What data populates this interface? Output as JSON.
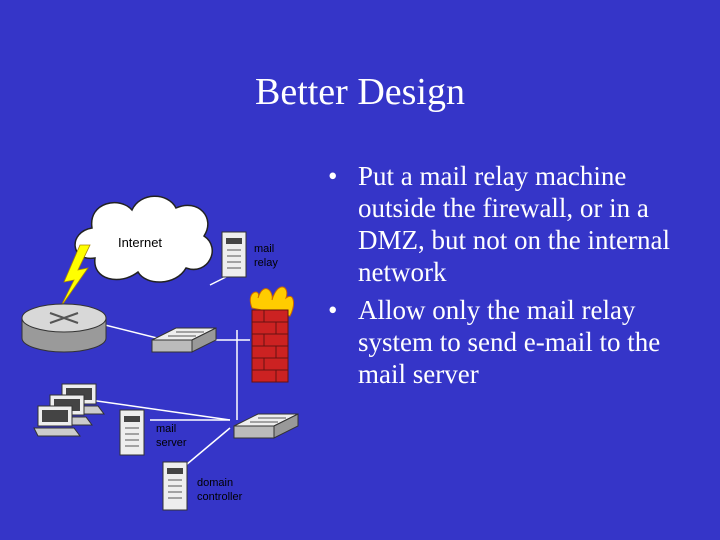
{
  "slide": {
    "title": "Better Design",
    "bullets": [
      "Put a mail relay machine outside the firewall, or in a DMZ, but not on the internal network",
      "Allow only the mail relay system to send e-mail to the mail server"
    ],
    "bullet_symbol": "•"
  },
  "diagram": {
    "internet_label": "Internet",
    "mail_relay_label": [
      "mail",
      "relay"
    ],
    "mail_server_label": [
      "mail",
      "server"
    ],
    "domain_controller_label": [
      "domain",
      "controller"
    ]
  },
  "colors": {
    "background": "#3535c8",
    "text": "#ffffff",
    "firewall_brick": "#cc2222",
    "flame": "#ffcc00",
    "lightning": "#ffff00"
  }
}
